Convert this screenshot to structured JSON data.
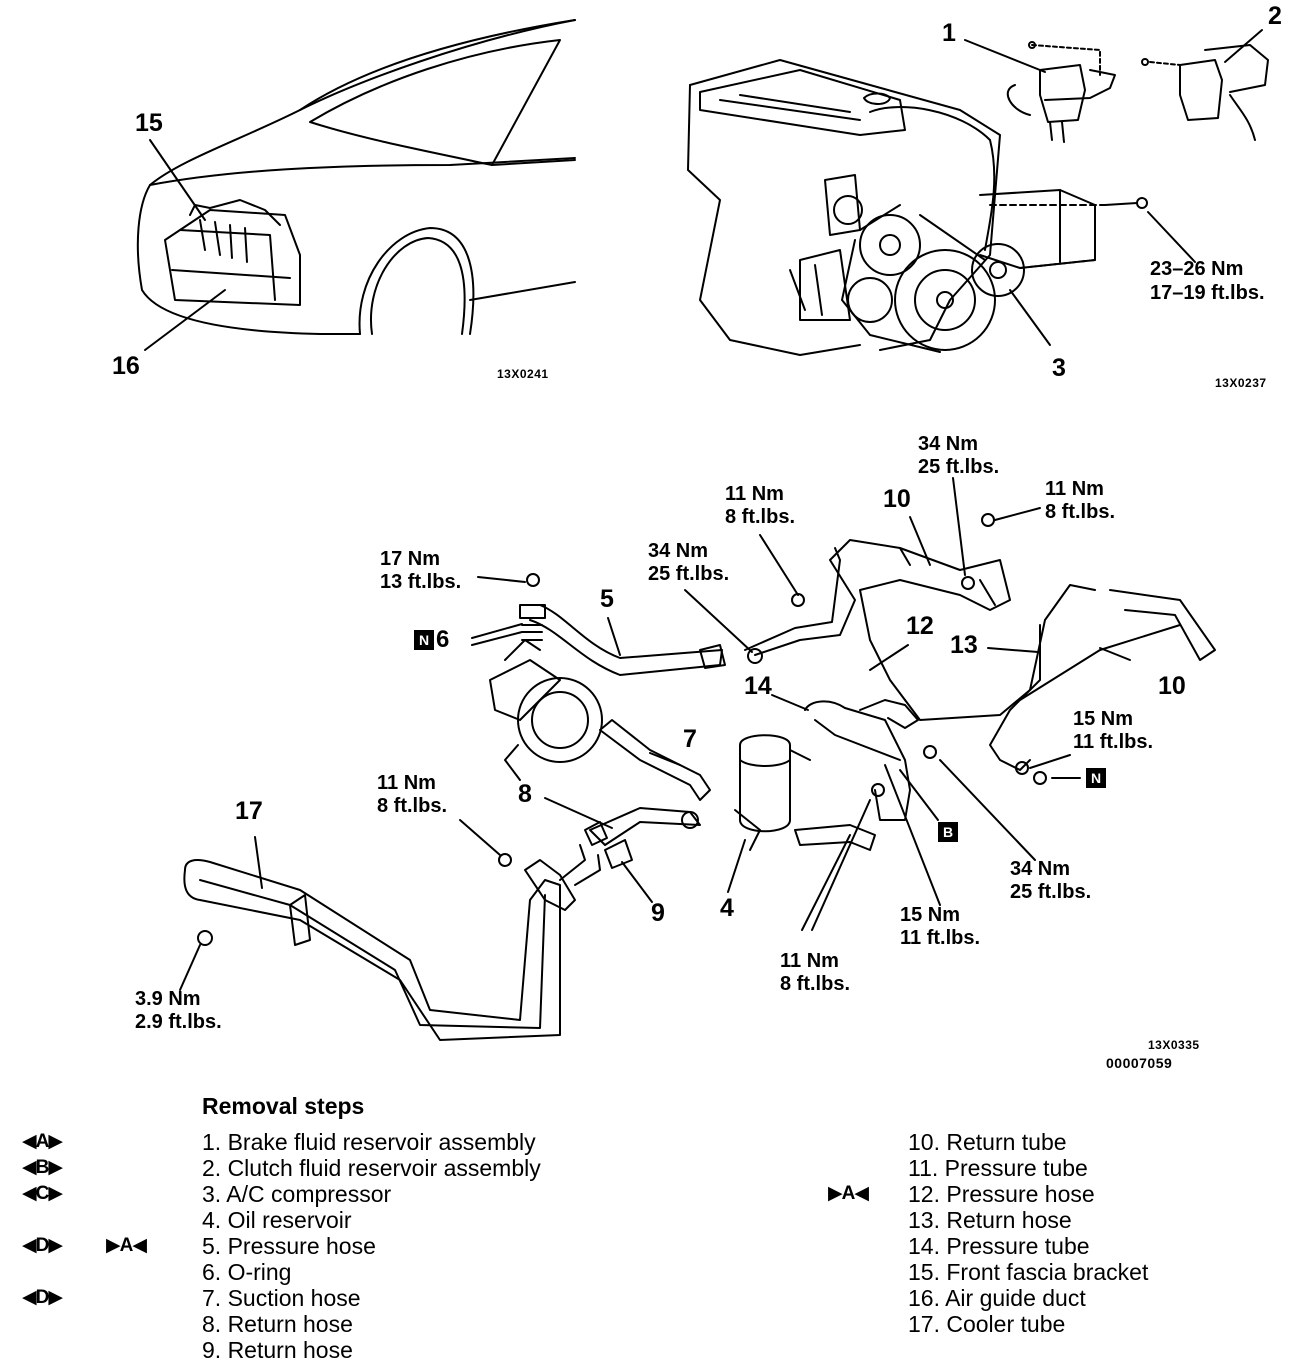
{
  "codes": {
    "car": "13X0241",
    "engine": "13X0237",
    "main": "13X0335",
    "doc": "00007059"
  },
  "callouts": {
    "n1": "1",
    "n2": "2",
    "n3": "3",
    "n4": "4",
    "n5": "5",
    "n6": "6",
    "n7": "7",
    "n8": "8",
    "n9": "9",
    "n10a": "10",
    "n10b": "10",
    "n12": "12",
    "n13": "13",
    "n14": "14",
    "n15": "15",
    "n16": "16",
    "n17": "17"
  },
  "torques": {
    "t_engine": [
      "23–26 Nm",
      "17–19 ft.lbs."
    ],
    "t_34a": [
      "34 Nm",
      "25 ft.lbs."
    ],
    "t_11a": [
      "11 Nm",
      "8 ft.lbs."
    ],
    "t_11b": [
      "11 Nm",
      "8 ft.lbs."
    ],
    "t_34b": [
      "34 Nm",
      "25 ft.lbs."
    ],
    "t_17": [
      "17 Nm",
      "13 ft.lbs."
    ],
    "t_15a": [
      "15 Nm",
      "11 ft.lbs."
    ],
    "t_11c": [
      "11 Nm",
      "8 ft.lbs."
    ],
    "t_34c": [
      "34 Nm",
      "25 ft.lbs."
    ],
    "t_15b": [
      "15 Nm",
      "11 ft.lbs."
    ],
    "t_11d": [
      "11 Nm",
      "8 ft.lbs."
    ],
    "t_39": [
      "3.9 Nm",
      "2.9 ft.lbs."
    ]
  },
  "box_letters": {
    "n": "N",
    "b": "B"
  },
  "removal": {
    "title": "Removal steps",
    "left": [
      {
        "mark": "◀A▶",
        "mark2": "",
        "text": "1. Brake fluid reservoir assembly"
      },
      {
        "mark": "◀B▶",
        "mark2": "",
        "text": "2. Clutch fluid reservoir assembly"
      },
      {
        "mark": "◀C▶",
        "mark2": "",
        "text": "3. A/C compressor"
      },
      {
        "mark": "",
        "mark2": "",
        "text": "4. Oil reservoir"
      },
      {
        "mark": "◀D▶",
        "mark2": "▶A◀",
        "text": "5. Pressure hose"
      },
      {
        "mark": "",
        "mark2": "",
        "text": "6. O-ring"
      },
      {
        "mark": "◀D▶",
        "mark2": "",
        "text": "7. Suction hose"
      },
      {
        "mark": "",
        "mark2": "",
        "text": "8. Return hose"
      },
      {
        "mark": "",
        "mark2": "",
        "text": "9. Return hose"
      }
    ],
    "right": [
      {
        "mark": "",
        "text": "10. Return tube"
      },
      {
        "mark": "",
        "text": "11. Pressure tube"
      },
      {
        "mark": "▶A◀",
        "text": "12. Pressure hose"
      },
      {
        "mark": "",
        "text": "13. Return hose"
      },
      {
        "mark": "",
        "text": "14. Pressure tube"
      },
      {
        "mark": "",
        "text": "15. Front fascia bracket"
      },
      {
        "mark": "",
        "text": "16. Air guide duct"
      },
      {
        "mark": "",
        "text": "17. Cooler tube"
      }
    ]
  }
}
